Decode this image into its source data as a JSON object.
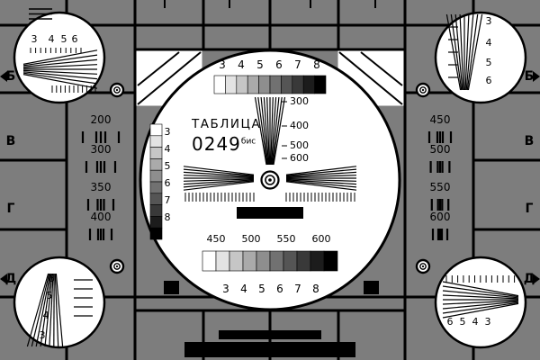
{
  "card": {
    "title": "ТАБЛИЦА",
    "number": "0249",
    "number_suffix": "бис"
  },
  "colors": {
    "background": "#7d7d7d",
    "line": "#000000",
    "panel": "#ffffff"
  },
  "center_circle": {
    "top_grayscale_labels": [
      "3",
      "4",
      "5",
      "6",
      "7",
      "8"
    ],
    "vertical_wedge_labels": [
      "300",
      "400",
      "500",
      "600"
    ],
    "left_grayscale_labels": [
      "3",
      "4",
      "5",
      "6",
      "7",
      "8"
    ],
    "lower_frequency_labels": [
      "450",
      "500",
      "550",
      "600"
    ],
    "bottom_grayscale_labels": [
      "3",
      "4",
      "5",
      "6",
      "7",
      "8"
    ]
  },
  "corner_circles": {
    "top_left": {
      "labels": [
        "3",
        "4",
        "5",
        "6"
      ]
    },
    "top_right": {
      "labels": [
        "3",
        "4",
        "5",
        "6"
      ]
    },
    "bottom_left": {
      "labels": [
        "6",
        "5",
        "4",
        "3"
      ]
    },
    "bottom_right": {
      "labels": [
        "6",
        "5",
        "4",
        "3"
      ]
    }
  },
  "edge_letters": {
    "left": [
      "Б",
      "В",
      "Г",
      "Д"
    ],
    "right": [
      "Б",
      "В",
      "Г",
      "Д"
    ]
  },
  "frequency_cells": {
    "left": [
      "200",
      "300",
      "350",
      "400"
    ],
    "right": [
      "450",
      "500",
      "550",
      "600"
    ]
  }
}
